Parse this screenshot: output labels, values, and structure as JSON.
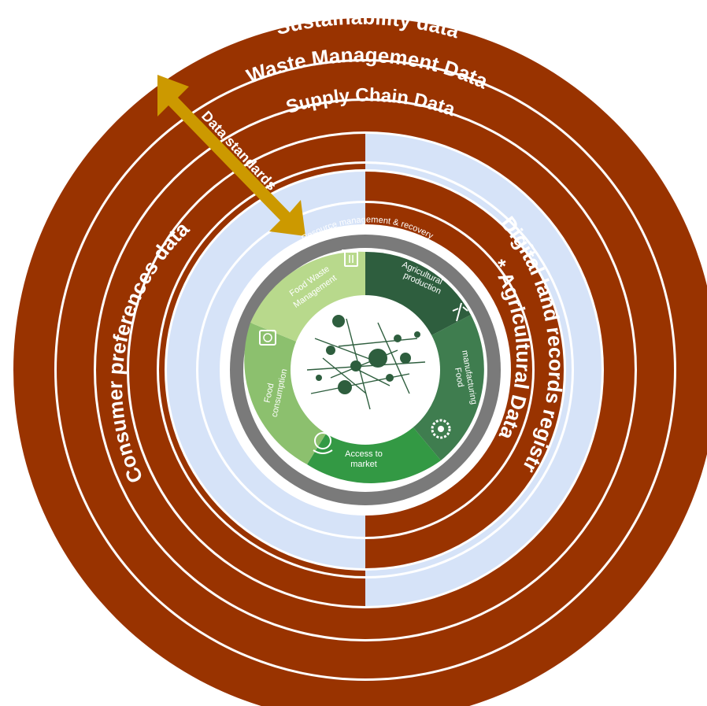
{
  "rings": {
    "outer": "Sustainability data",
    "second": "Waste Management  Data",
    "third": "Supply Chain Data",
    "left": "Consumer preferences data",
    "right_outer": "Digital land records registry",
    "right_inner": "* Agricultural Data"
  },
  "arrow_label": "Data standards",
  "core": {
    "top_band": "Resource management & recovery",
    "segments": [
      {
        "label_line1": "Agricultural",
        "label_line2": "production",
        "icon": "wheat-icon"
      },
      {
        "label_line1": "Food",
        "label_line2": "manufacturing",
        "icon": "gear-icon"
      },
      {
        "label_line1": "Access to",
        "label_line2": "market",
        "icon": "hand-globe-icon"
      },
      {
        "label_line1": "Food",
        "label_line2": "consumption",
        "icon": "meal-icon"
      },
      {
        "label_line1": "Food Waste",
        "label_line2": "Management",
        "icon": "waste-bin-icon"
      }
    ]
  },
  "colors": {
    "ring_brown": "#993300",
    "ring_light": "#d6e3f8",
    "arrow_gold": "#cc9900",
    "core_gray": "#7a7a7a",
    "green_dark": "#2e5e3e",
    "green_mid": "#3f7d4f",
    "green_bright": "#339944",
    "green_light": "#8cc06e",
    "green_pale": "#b8d98c"
  }
}
